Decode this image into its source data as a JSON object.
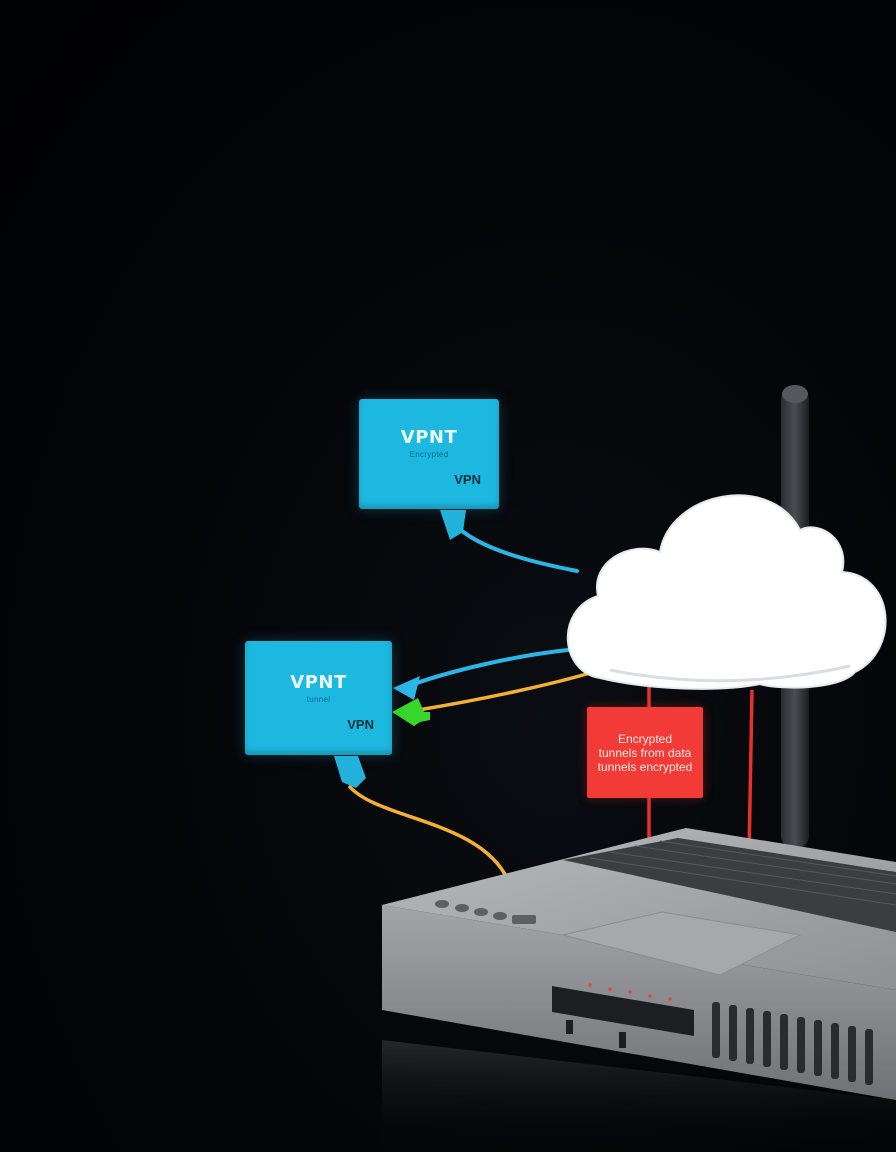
{
  "vpn_boxes": [
    {
      "title": "VPNT",
      "subtitle": "Encrypted",
      "tag": "VPN"
    },
    {
      "title": "VPNT",
      "subtitle": "tunnel",
      "tag": "VPN"
    }
  ],
  "tunnel_label": {
    "text": "Encrypted tunnels from data tunnels encrypted"
  },
  "colors": {
    "background": "#020305",
    "vpn_box": "#1cb8e0",
    "label": "#f23a37",
    "cable_blue": "#2bb6e6",
    "cable_yellow": "#f2b135",
    "arrow_green": "#38d52a",
    "router_body": "#8d8f92"
  },
  "icons": [
    "cloud-icon",
    "router-icon",
    "antenna-icon"
  ]
}
